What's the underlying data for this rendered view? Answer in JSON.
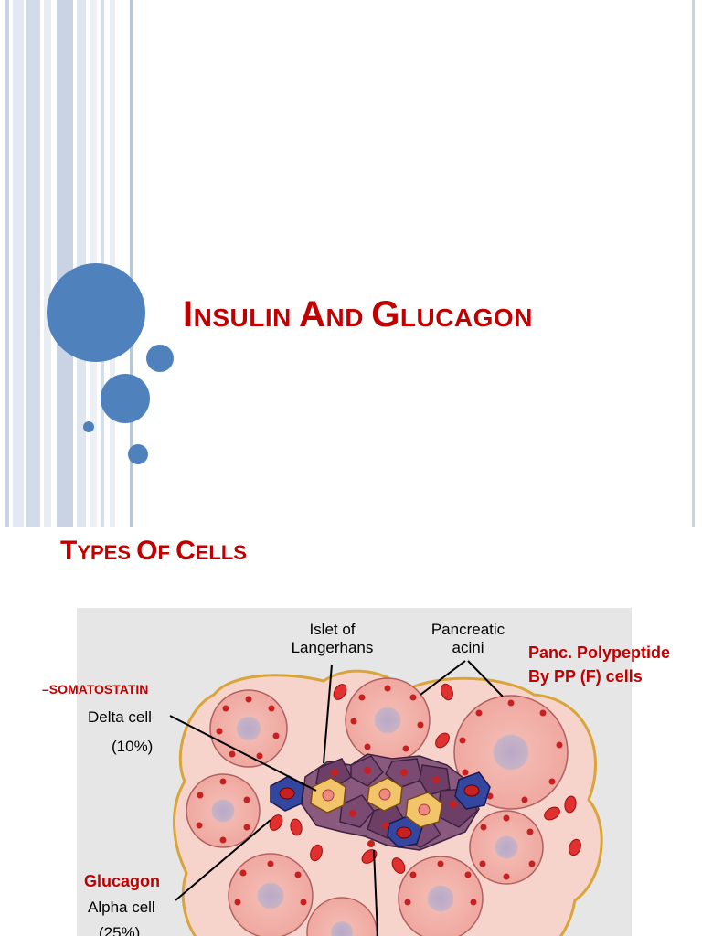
{
  "slide1": {
    "title": "Insulin and glucagon",
    "accent_color": "#4f81bd",
    "title_color": "#c00000"
  },
  "slide2": {
    "title": "Types of cells",
    "diagram": {
      "labels": {
        "islet": "Islet of\nLangerhans",
        "acini": "Pancreatic\nacini",
        "pp_line1": "Panc. Polypeptide",
        "pp_line2": "By PP (F) cells",
        "somatostatin": "–SOMATOSTATIN",
        "delta_cell": "Delta cell",
        "delta_pct": "(10%)",
        "glucagon": "Glucagon",
        "alpha_cell": "Alpha cell",
        "alpha_pct": "(25%)"
      }
    }
  }
}
